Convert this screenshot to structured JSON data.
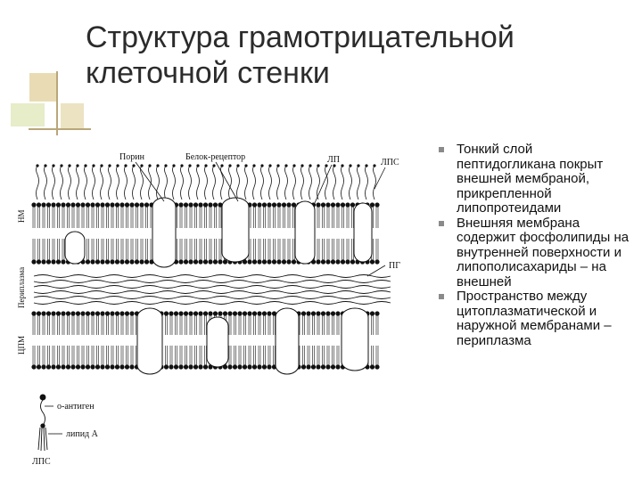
{
  "title_lines": [
    "Структура грамотрицательной",
    "клеточной стенки"
  ],
  "diagram": {
    "labels": {
      "porin": "Порин",
      "receptor": "Белок-рецептор",
      "lp": "ЛП",
      "lps_top": "ЛПС",
      "pg": "ПГ",
      "o_antigen": "о-антиген",
      "lipid_a": "липид А",
      "lps_bottom": "ЛПС"
    },
    "side_labels": {
      "nm": "НМ",
      "periplasm": "Периплазма",
      "cpm": "ЦПМ"
    }
  },
  "bullets": [
    "Тонкий слой пептидогликана покрыт внешней мембраной, прикрепленной липопротеидами",
    "Внешняя мембрана содержит фосфолипиды на внутренней поверхности и липополисахариды – на внешней",
    "Пространство между цитоплазматической и наружной мембранами – периплазма"
  ]
}
